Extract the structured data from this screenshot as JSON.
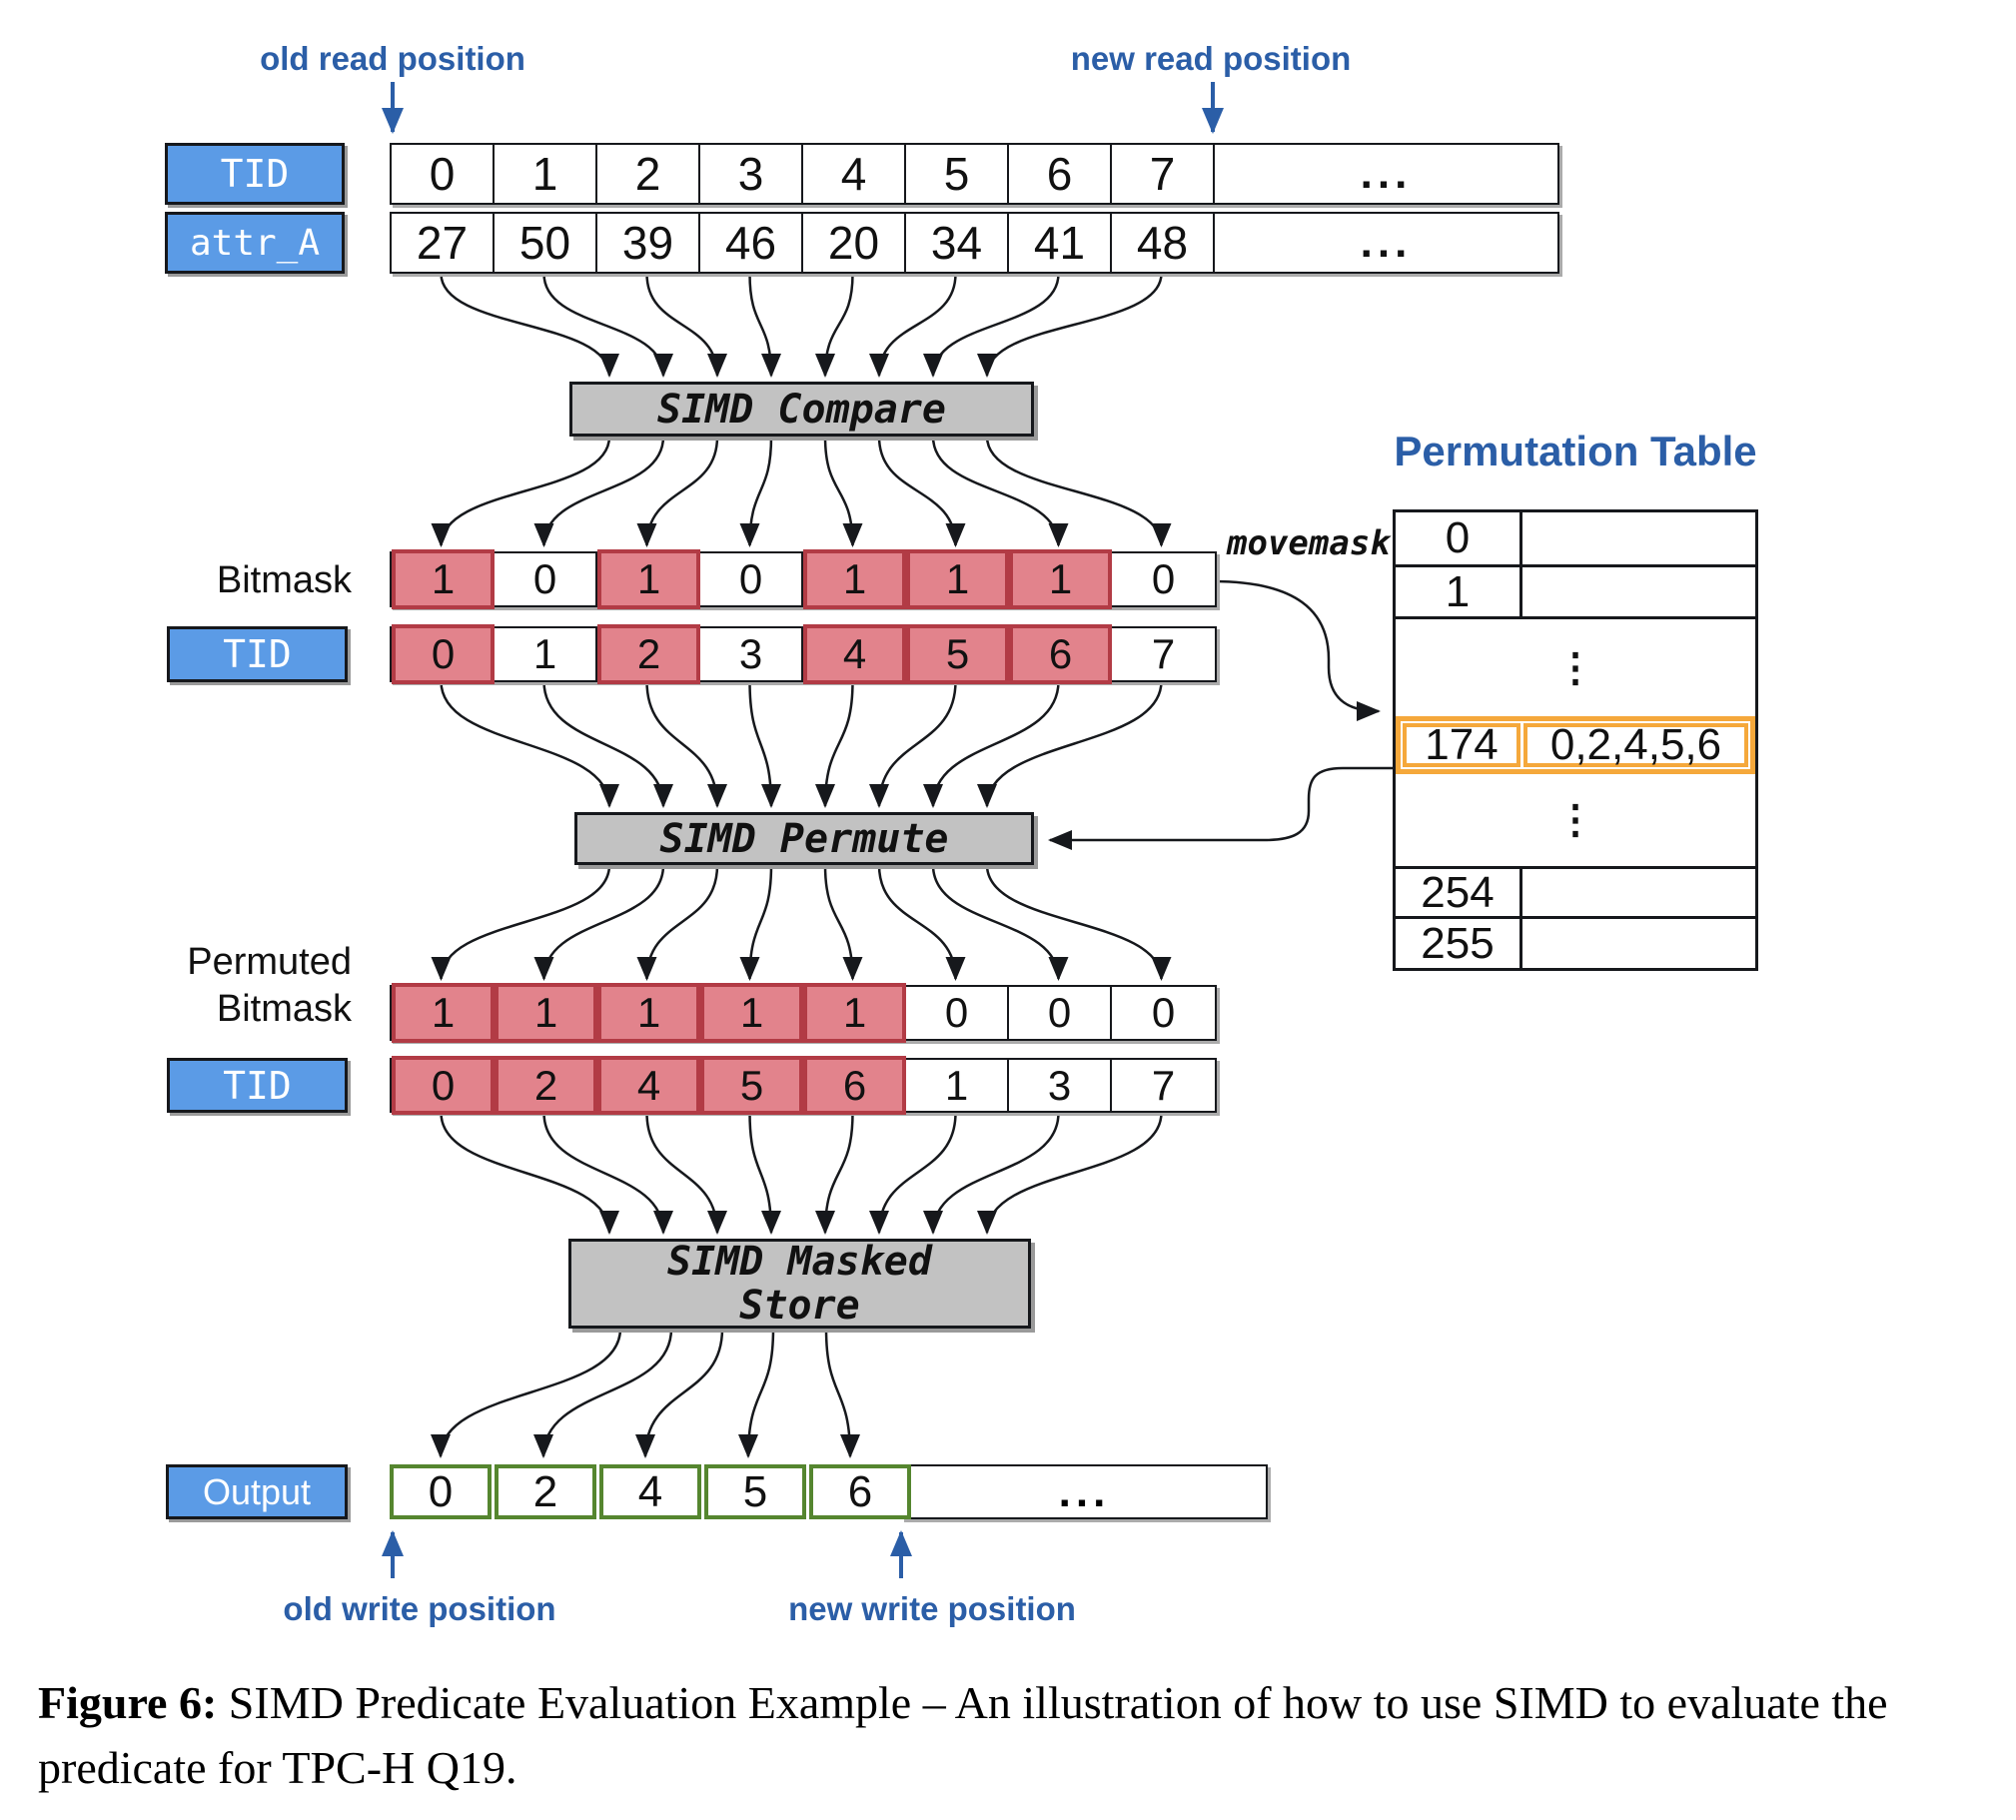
{
  "read_positions": {
    "old": "old read position",
    "new": "new read position"
  },
  "write_positions": {
    "old": "old write position",
    "new": "new write position"
  },
  "rows": {
    "tid_top": {
      "label": "TID",
      "cells": [
        "0",
        "1",
        "2",
        "3",
        "4",
        "5",
        "6",
        "7"
      ],
      "ellipsis": "..."
    },
    "attr_a": {
      "label": "attr_A",
      "cells": [
        "27",
        "50",
        "39",
        "46",
        "20",
        "34",
        "41",
        "48"
      ],
      "ellipsis": "..."
    },
    "bitmask": {
      "label": "Bitmask",
      "cells": [
        {
          "v": "1",
          "hl": true
        },
        {
          "v": "0"
        },
        {
          "v": "1",
          "hl": true
        },
        {
          "v": "0"
        },
        {
          "v": "1",
          "hl": true
        },
        {
          "v": "1",
          "hl": true
        },
        {
          "v": "1",
          "hl": true
        },
        {
          "v": "0"
        }
      ]
    },
    "tid_mid": {
      "label": "TID",
      "cells": [
        {
          "v": "0",
          "hl": true
        },
        {
          "v": "1"
        },
        {
          "v": "2",
          "hl": true
        },
        {
          "v": "3"
        },
        {
          "v": "4",
          "hl": true
        },
        {
          "v": "5",
          "hl": true
        },
        {
          "v": "6",
          "hl": true
        },
        {
          "v": "7"
        }
      ]
    },
    "permuted_bitmask": {
      "label_line1": "Permuted",
      "label_line2": "Bitmask",
      "cells": [
        {
          "v": "1",
          "hl": true
        },
        {
          "v": "1",
          "hl": true
        },
        {
          "v": "1",
          "hl": true
        },
        {
          "v": "1",
          "hl": true
        },
        {
          "v": "1",
          "hl": true
        },
        {
          "v": "0"
        },
        {
          "v": "0"
        },
        {
          "v": "0"
        }
      ]
    },
    "tid_out": {
      "label": "TID",
      "cells": [
        {
          "v": "0",
          "hl": true
        },
        {
          "v": "2",
          "hl": true
        },
        {
          "v": "4",
          "hl": true
        },
        {
          "v": "5",
          "hl": true
        },
        {
          "v": "6",
          "hl": true
        },
        {
          "v": "1"
        },
        {
          "v": "3"
        },
        {
          "v": "7"
        }
      ]
    },
    "output": {
      "label": "Output",
      "cells": [
        "0",
        "2",
        "4",
        "5",
        "6"
      ],
      "ellipsis": "..."
    }
  },
  "boxes": {
    "compare": "SIMD Compare",
    "permute": "SIMD Permute",
    "masked_store_line1": "SIMD Masked",
    "masked_store_line2": "Store"
  },
  "movemask_label": "movemask",
  "permutation_table": {
    "title": "Permutation Table",
    "rows": [
      {
        "index": "0",
        "value": ""
      },
      {
        "index": "1",
        "value": ""
      },
      {
        "dots": "⋮"
      },
      {
        "index": "174",
        "value": "0,2,4,5,6",
        "highlight": true
      },
      {
        "dots": "⋮"
      },
      {
        "index": "254",
        "value": ""
      },
      {
        "index": "255",
        "value": ""
      }
    ]
  },
  "caption": {
    "label": "Figure 6:",
    "text": " SIMD Predicate Evaluation Example – An illustration of how to use SIMD to evaluate the predicate for TPC-H Q19."
  },
  "colors": {
    "accent_blue": "#5B9BE6",
    "label_blue": "#2B5EA7",
    "red_fill": "#E2838C",
    "red_border": "#B23B45",
    "gray_box": "#C2C2C2",
    "green_border": "#55862F",
    "orange": "#F5A83B"
  }
}
